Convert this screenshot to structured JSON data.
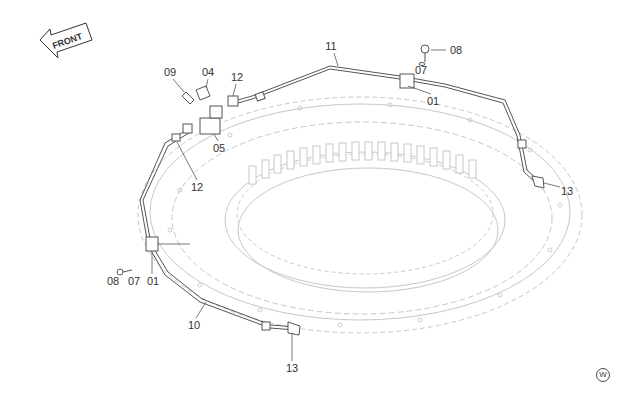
{
  "diagram": {
    "labels": [
      "FRONT",
      "11",
      "08",
      "09",
      "04",
      "12",
      "07",
      "01",
      "05",
      "12",
      "13",
      "08",
      "07",
      "01",
      "10",
      "13",
      "W"
    ]
  }
}
